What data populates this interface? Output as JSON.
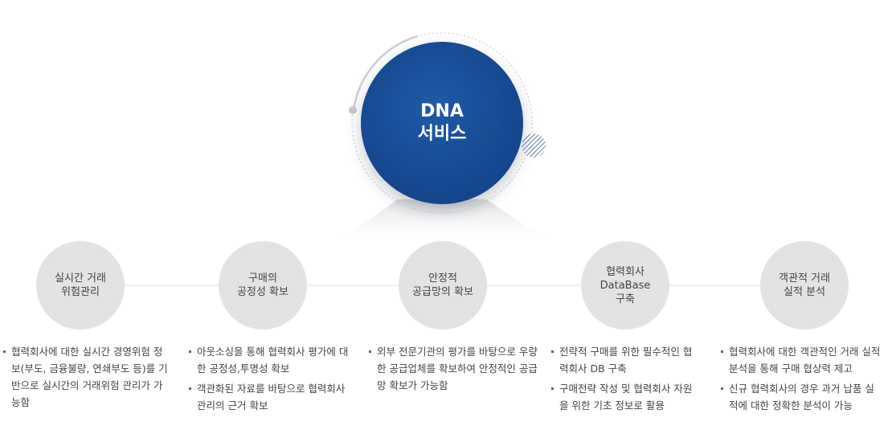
{
  "hub": {
    "line1": "DNA",
    "line2": "서비스"
  },
  "nodes": [
    {
      "lines": [
        "실시간 거래",
        "위험관리"
      ],
      "bullets": [
        "협력회사에 대한 실시간 경영위험 정보(부도, 금융불량, 연쇄부도 등)를 기반으로 실시간의 거래위험 관리가 가능함"
      ]
    },
    {
      "lines": [
        "구매의",
        "공정성 확보"
      ],
      "bullets": [
        "아웃소싱을 통해 협력회사 평가에 대한 공정성,투명성 확보",
        "객관화된 자료를 바탕으로 협력회사 관리의 근거 확보"
      ]
    },
    {
      "lines": [
        "안정적",
        "공급망의 확보"
      ],
      "bullets": [
        "외부 전문기관의 평가를 바탕으로 우량한 공급업체를 확보하여 안정적인 공급망 확보가 가능함"
      ]
    },
    {
      "lines": [
        "협력회사",
        "DataBase",
        "구축"
      ],
      "bullets": [
        "전략적 구매를 위한 필수적인 협력회사 DB 구축",
        "구매전략 작성 및 협력회사 자원을 위한 기초 정보로 활용"
      ]
    },
    {
      "lines": [
        "객관적 거래",
        "실적 분석"
      ],
      "bullets": [
        "협력회사에 대한 객관적인 거래 실적분석을 통해 구매 협상력 제고",
        "신규 협력회사의 경우 과거 납품 실적에 대한 정확한 분석이 가능"
      ]
    }
  ],
  "colors": {
    "hub": "#174a92",
    "node": "#e3e3e3",
    "line": "#dddddd"
  }
}
